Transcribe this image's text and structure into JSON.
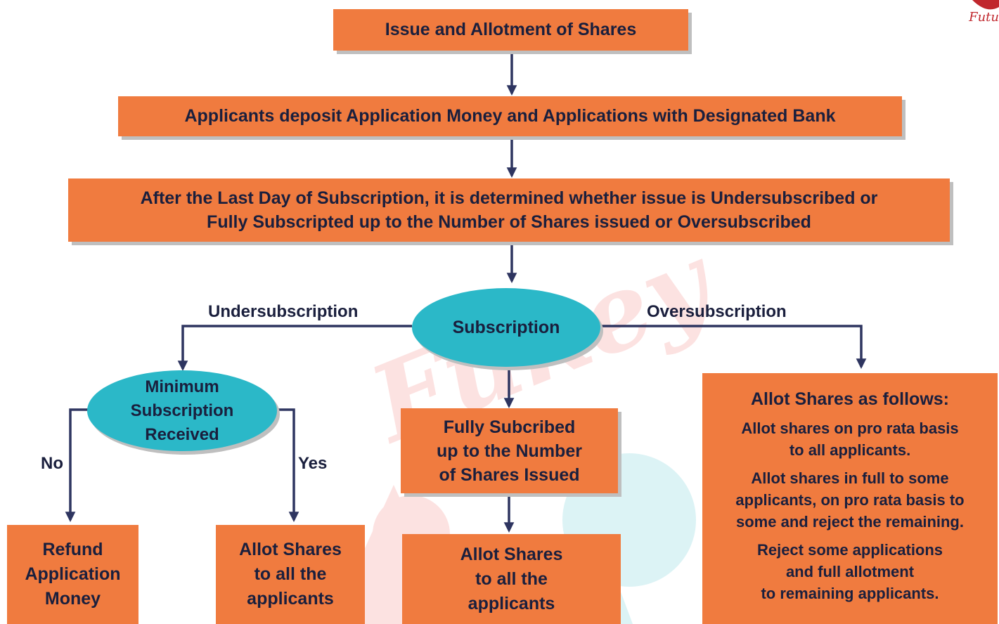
{
  "title_box": {
    "text": "Issue and Allotment of Shares"
  },
  "deposit_box": {
    "text": "Applicants deposit Application Money and Applications with Designated Bank"
  },
  "determine_box": {
    "lines": [
      "After the Last Day of Subscription, it is determined whether issue is Undersubscribed or",
      "Fully Subscripted up to the Number of Shares issued or Oversubscribed"
    ]
  },
  "subscription_node": {
    "text": "Subscription"
  },
  "branch_labels": {
    "under": "Undersubscription",
    "over": "Oversubscription",
    "no": "No",
    "yes": "Yes"
  },
  "minimum_node": {
    "lines": [
      "Minimum",
      "Subscription",
      "Received"
    ]
  },
  "refund_box": {
    "lines": [
      "Refund",
      "Application",
      "Money"
    ]
  },
  "allot_under_box": {
    "lines": [
      "Allot Shares",
      "to all the",
      "applicants"
    ]
  },
  "fully_box": {
    "lines": [
      "Fully Subcribed",
      "up to the Number",
      "of Shares Issued"
    ]
  },
  "allot_full_box": {
    "lines": [
      "Allot Shares",
      "to all the",
      "applicants"
    ]
  },
  "over_box": {
    "heading": "Allot Shares as follows:",
    "options": [
      [
        "Allot shares on pro rata basis",
        "to all applicants."
      ],
      [
        "Allot shares in full to some",
        "applicants, on pro rata basis to",
        "some and reject the remaining."
      ],
      [
        "Reject some applications",
        "and full allotment",
        "to remaining applicants."
      ]
    ]
  },
  "watermark": {
    "text": "Fukey"
  },
  "logo": {
    "text": "Futu"
  },
  "colors": {
    "box": "#f07b3f",
    "ellipse": "#2bb8c8",
    "arrow": "#2e3560",
    "text": "#1a1f3d",
    "shadow": "#bfbfbf"
  }
}
